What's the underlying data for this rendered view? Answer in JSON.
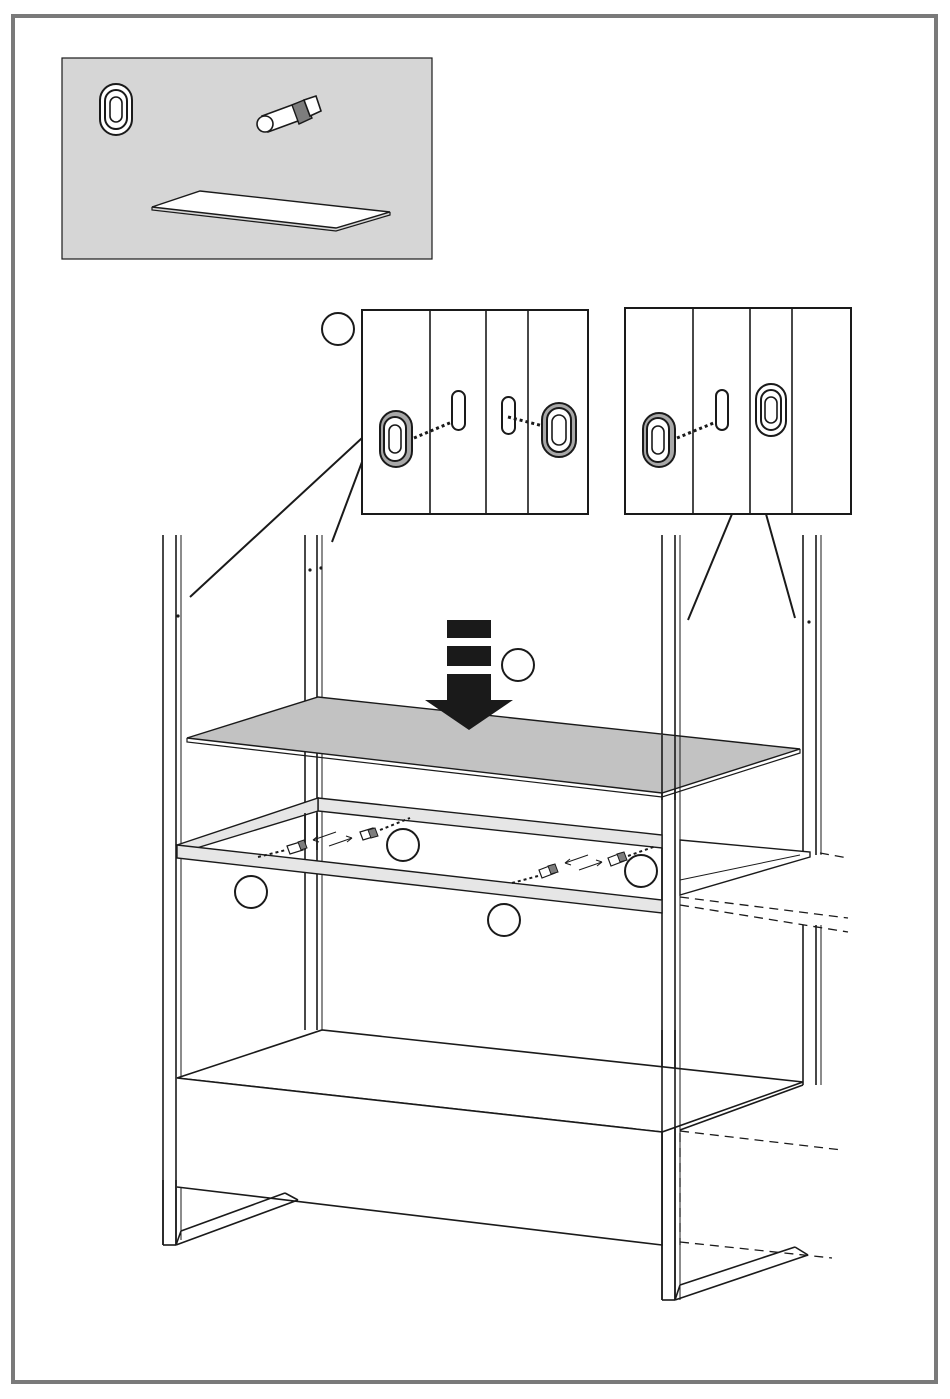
{
  "colors": {
    "page_border": "#7a7a7a",
    "parts_box_fill": "#d6d6d6",
    "shelf_fill": "#c2c2c2",
    "rail_fill": "#e6e6e6",
    "line": "#1a1a1a",
    "cam_fill": "#a8a8a8",
    "arrow_fill": "#1a1a1a"
  },
  "parts": [
    {
      "name": "cam-lock-fitting"
    },
    {
      "name": "dowel"
    },
    {
      "name": "glass-shelf"
    }
  ],
  "step_markers": [
    {
      "name": "callout-a-marker",
      "label": ""
    },
    {
      "name": "shelf-drop-marker",
      "label": ""
    },
    {
      "name": "rail-front-left-marker",
      "label": ""
    },
    {
      "name": "rail-back-marker",
      "label": ""
    },
    {
      "name": "rail-front-right-marker",
      "label": ""
    },
    {
      "name": "rail-front-center-marker",
      "label": ""
    }
  ]
}
